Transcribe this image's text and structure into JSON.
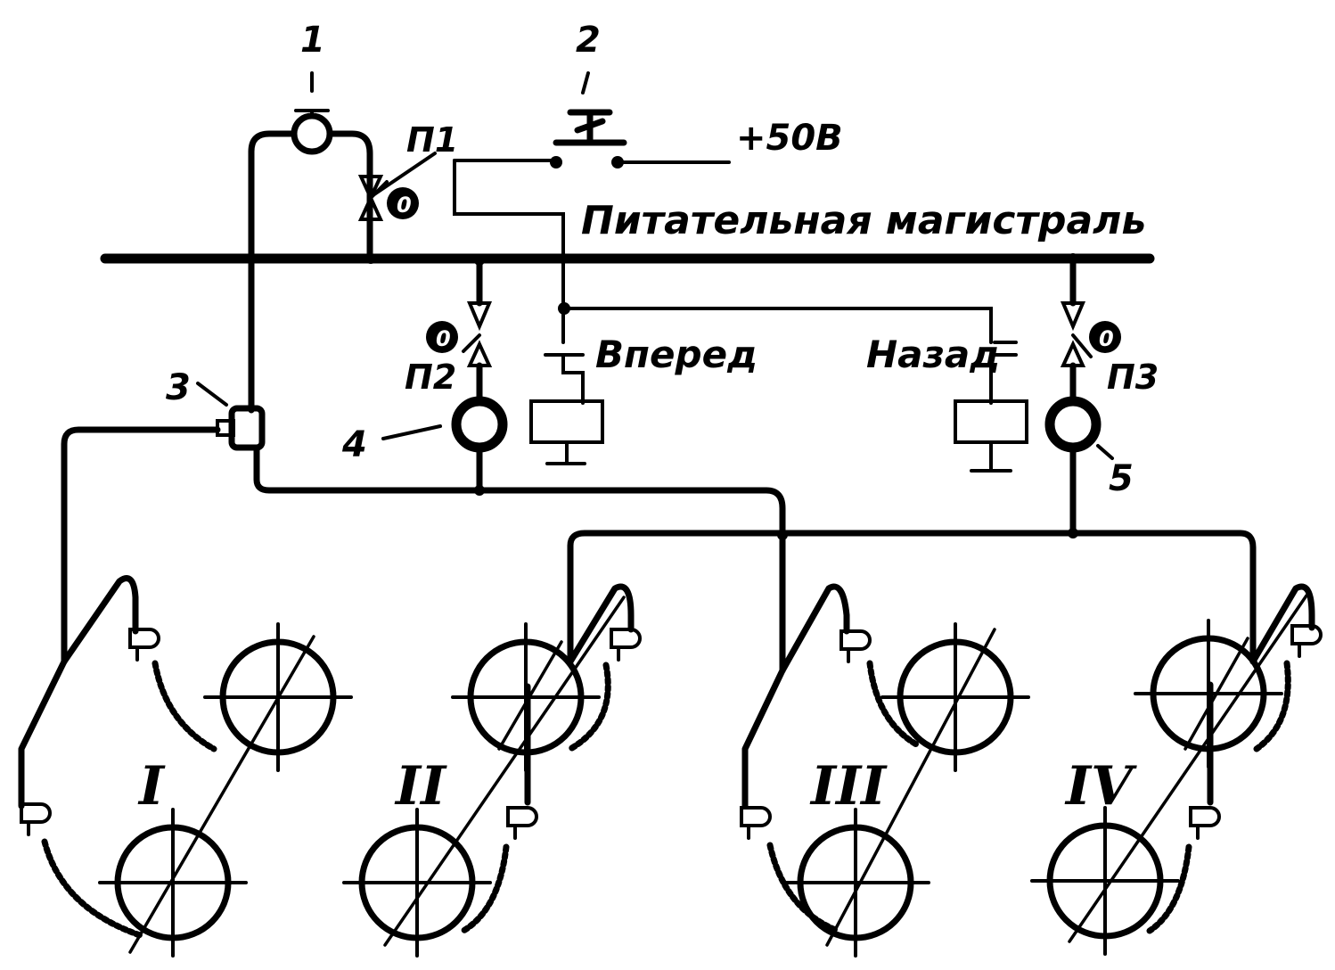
{
  "labels": {
    "num_1": "1",
    "num_2": "2",
    "num_3": "3",
    "num_4": "4",
    "num_5": "5",
    "voltage": "+50В",
    "main_line": "Питательная магистраль",
    "forward": "Вперед",
    "backward": "Назад",
    "valve_p1": "П1",
    "valve_p2": "П2",
    "valve_p3": "П3",
    "valve_mark": "0"
  },
  "bogies": [
    {
      "label": "I"
    },
    {
      "label": "II"
    },
    {
      "label": "III"
    },
    {
      "label": "IV"
    }
  ]
}
